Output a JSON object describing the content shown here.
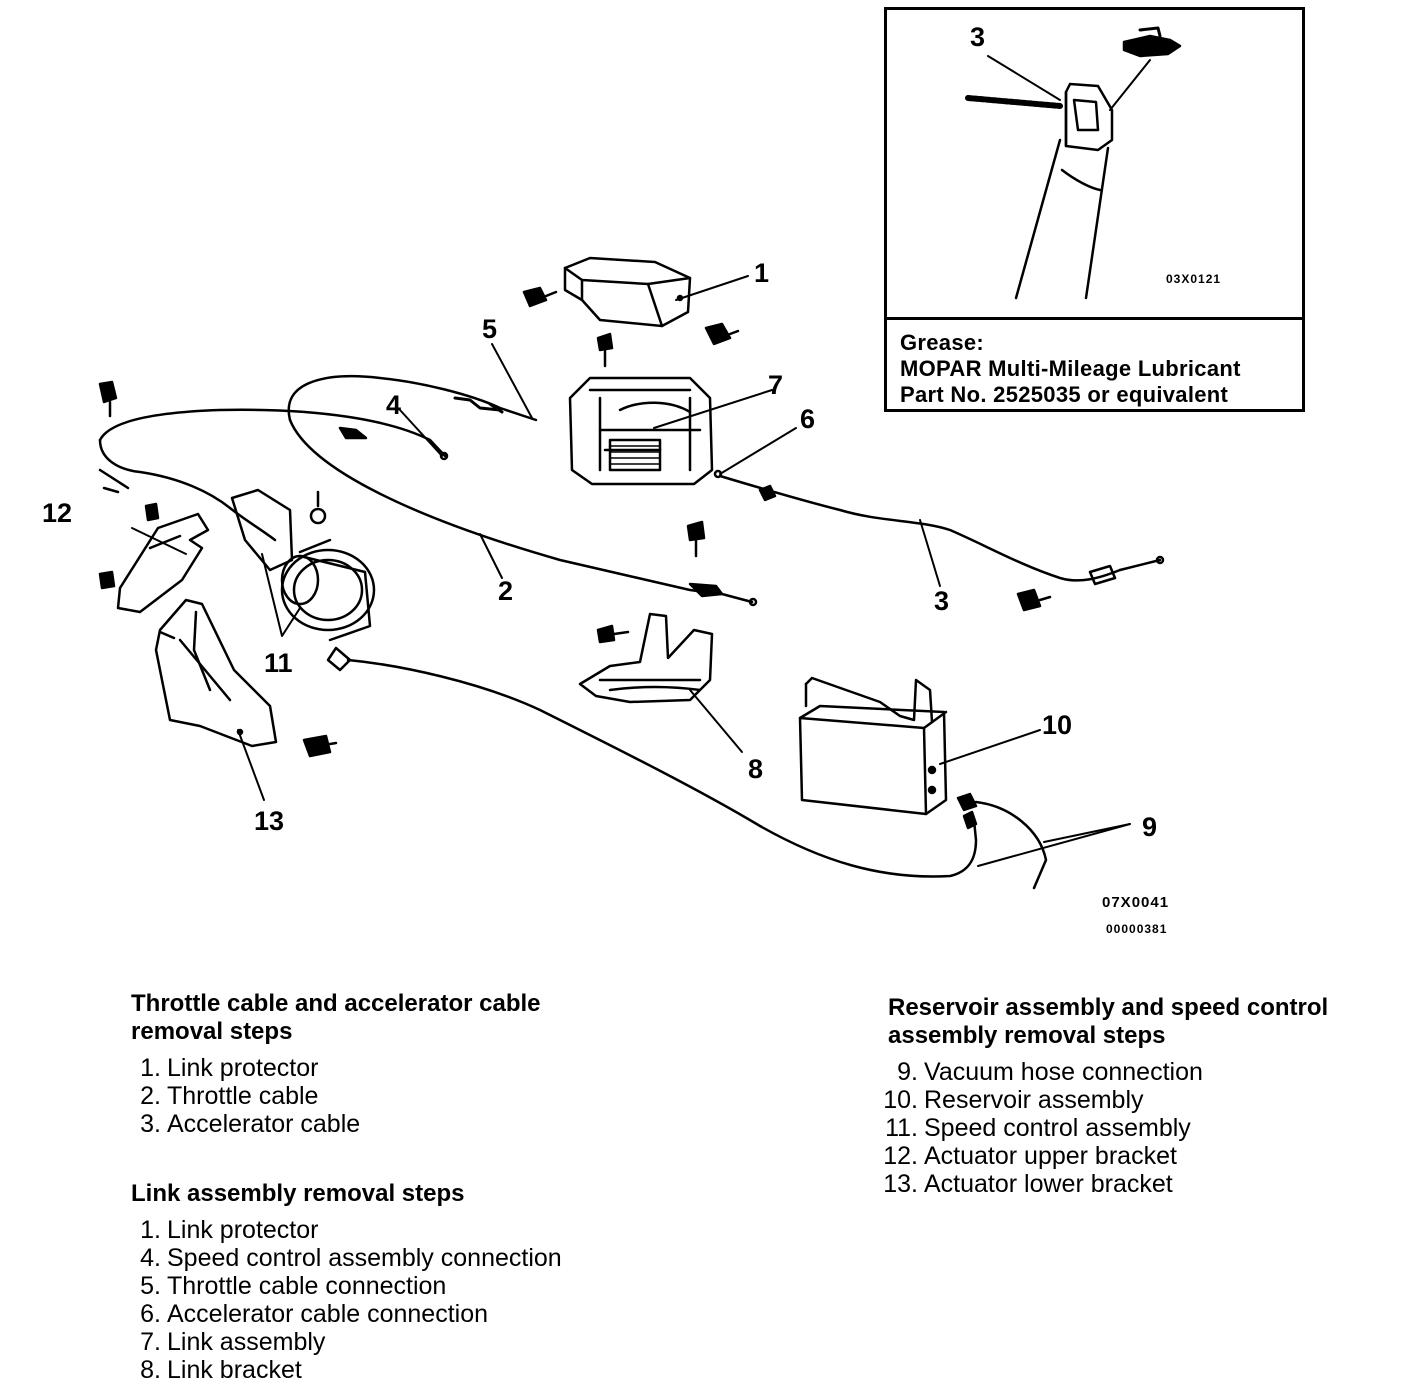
{
  "diagram": {
    "callouts": [
      "1",
      "2",
      "3",
      "4",
      "5",
      "6",
      "7",
      "8",
      "9",
      "10",
      "11",
      "12",
      "13"
    ],
    "figure_code": "07X0041",
    "figure_ref": "00000381"
  },
  "inset": {
    "callout": "3",
    "figure_code": "03X0121",
    "note_line1": "Grease:",
    "note_line2": "MOPAR Multi-Mileage Lubricant",
    "note_line3": "Part No. 2525035 or equivalent"
  },
  "sections": [
    {
      "title_line1": "Throttle cable and accelerator cable",
      "title_line2": "removal steps",
      "steps": [
        {
          "num": "1.",
          "label": "Link protector"
        },
        {
          "num": "2.",
          "label": "Throttle cable"
        },
        {
          "num": "3.",
          "label": "Accelerator cable"
        }
      ]
    },
    {
      "title_line1": "Link assembly removal steps",
      "title_line2": "",
      "steps": [
        {
          "num": "1.",
          "label": "Link protector"
        },
        {
          "num": "4.",
          "label": "Speed control assembly connection"
        },
        {
          "num": "5.",
          "label": "Throttle cable connection"
        },
        {
          "num": "6.",
          "label": "Accelerator cable connection"
        },
        {
          "num": "7.",
          "label": "Link assembly"
        },
        {
          "num": "8.",
          "label": "Link bracket"
        }
      ]
    },
    {
      "title_line1": "Reservoir assembly and speed control",
      "title_line2": "assembly removal steps",
      "steps": [
        {
          "num": "9.",
          "label": "Vacuum hose connection"
        },
        {
          "num": "10.",
          "label": "Reservoir assembly"
        },
        {
          "num": "11.",
          "label": "Speed control assembly"
        },
        {
          "num": "12.",
          "label": "Actuator upper bracket"
        },
        {
          "num": "13.",
          "label": "Actuator lower bracket"
        }
      ]
    }
  ]
}
